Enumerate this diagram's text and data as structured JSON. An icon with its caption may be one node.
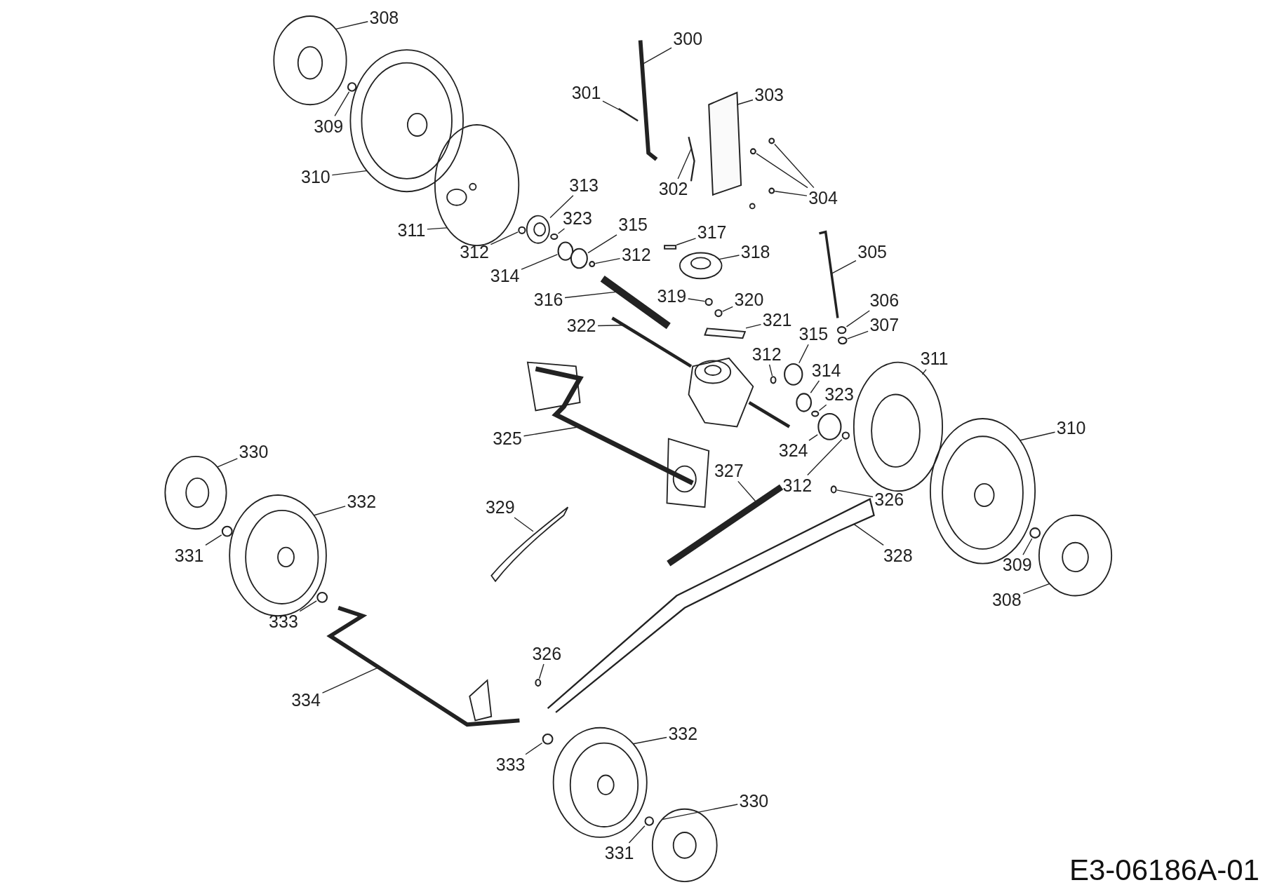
{
  "diagram": {
    "nodes": [
      {
        "text": [
          "308"
        ]
      },
      {
        "text": [
          "309"
        ]
      },
      {
        "text": [
          "310"
        ]
      },
      {
        "text": [
          "311"
        ]
      },
      {
        "text": [
          "312"
        ]
      },
      {
        "text": [
          "313"
        ]
      },
      {
        "text": [
          "323"
        ]
      },
      {
        "text": [
          "314"
        ]
      },
      {
        "text": [
          "315"
        ]
      },
      {
        "text": [
          "312"
        ]
      },
      {
        "text": [
          "316"
        ]
      },
      {
        "text": [
          "317"
        ]
      },
      {
        "text": [
          "318"
        ]
      },
      {
        "text": [
          "319"
        ]
      },
      {
        "text": [
          "320"
        ]
      },
      {
        "text": [
          "321"
        ]
      },
      {
        "text": [
          "305"
        ]
      },
      {
        "text": [
          "306"
        ]
      },
      {
        "text": [
          "307"
        ]
      },
      {
        "text": [
          "300"
        ]
      },
      {
        "text": [
          "301"
        ]
      },
      {
        "text": [
          "303"
        ]
      },
      {
        "text": [
          "302"
        ]
      },
      {
        "text": [
          "304"
        ]
      },
      {
        "text": [
          "312"
        ]
      },
      {
        "text": [
          "315"
        ]
      },
      {
        "text": [
          "314"
        ]
      },
      {
        "text": [
          "323"
        ]
      },
      {
        "text": [
          "311"
        ]
      },
      {
        "text": [
          "322"
        ]
      },
      {
        "text": [
          "324"
        ]
      },
      {
        "text": [
          "312"
        ]
      },
      {
        "text": [
          "310"
        ]
      },
      {
        "text": [
          "326"
        ]
      },
      {
        "text": [
          "325"
        ]
      },
      {
        "text": [
          "330"
        ]
      },
      {
        "text": [
          "332"
        ]
      },
      {
        "text": [
          "331"
        ]
      },
      {
        "text": [
          "329"
        ]
      },
      {
        "text": [
          "327"
        ]
      },
      {
        "text": [
          "309"
        ]
      },
      {
        "text": [
          "308"
        ]
      },
      {
        "text": [
          "333"
        ]
      },
      {
        "text": [
          "328"
        ]
      },
      {
        "text": [
          "326"
        ]
      },
      {
        "text": [
          "334"
        ]
      },
      {
        "text": [
          "332"
        ]
      },
      {
        "text": [
          "333"
        ]
      },
      {
        "text": [
          "330"
        ]
      },
      {
        "text": [
          "331"
        ]
      },
      {
        "text": [],
        "shape": "picture"
      },
      {
        "text": [],
        "shape": "circle"
      },
      {
        "text": [],
        "shape": "picture"
      },
      {
        "text": [],
        "shape": "picture"
      },
      {
        "text": [],
        "shape": "circle"
      },
      {
        "text": [],
        "shape": "picture"
      },
      {
        "text": [],
        "shape": "circle"
      },
      {
        "text": [],
        "shape": "circle"
      },
      {
        "text": [],
        "shape": "circle"
      },
      {
        "text": [],
        "shape": "circle"
      },
      {
        "text": [],
        "shape": "bar"
      },
      {
        "text": [],
        "shape": "box"
      },
      {
        "text": [],
        "shape": "picture"
      },
      {
        "text": [],
        "shape": "circle"
      },
      {
        "text": [],
        "shape": "circle"
      },
      {
        "text": [],
        "shape": "box"
      },
      {
        "text": [],
        "shape": "bar"
      },
      {
        "text": [],
        "shape": "circle"
      },
      {
        "text": [],
        "shape": "circle"
      },
      {
        "text": [],
        "shape": "bar"
      },
      {
        "text": [],
        "shape": "bar"
      },
      {
        "text": [],
        "shape": "box"
      },
      {
        "text": [],
        "shape": "bar"
      },
      {
        "text": [],
        "shape": "circle"
      },
      {
        "text": [],
        "shape": "circle"
      },
      {
        "text": [],
        "shape": "circle"
      },
      {
        "text": [],
        "shape": "circle"
      },
      {
        "text": [],
        "shape": "circle"
      },
      {
        "text": [],
        "shape": "circle"
      },
      {
        "text": [],
        "shape": "circle"
      },
      {
        "text": [],
        "shape": "picture"
      },
      {
        "text": [],
        "shape": "bar"
      },
      {
        "text": [],
        "shape": "circle"
      },
      {
        "text": [],
        "shape": "circle"
      },
      {
        "text": [],
        "shape": "picture"
      },
      {
        "text": [],
        "shape": "circle"
      },
      {
        "text": [],
        "shape": "picture"
      },
      {
        "text": [],
        "shape": "picture"
      },
      {
        "text": [],
        "shape": "picture"
      },
      {
        "text": [],
        "shape": "circle"
      },
      {
        "text": [],
        "shape": "bar"
      },
      {
        "text": [],
        "shape": "bar"
      },
      {
        "text": [],
        "shape": "circle"
      },
      {
        "text": [],
        "shape": "picture"
      },
      {
        "text": [],
        "shape": "circle"
      },
      {
        "text": [],
        "shape": "bar"
      },
      {
        "text": [],
        "shape": "circle"
      },
      {
        "text": [],
        "shape": "picture"
      },
      {
        "text": [],
        "shape": "picture"
      },
      {
        "text": [],
        "shape": "circle"
      },
      {
        "text": [],
        "shape": "picture"
      },
      {
        "text": [],
        "shape": "circle"
      }
    ],
    "edges": [
      {
        "from": 0,
        "to": 50,
        "arrow": "none"
      },
      {
        "from": 1,
        "to": 51,
        "arrow": "none"
      },
      {
        "from": 2,
        "to": 52,
        "arrow": "none"
      },
      {
        "from": 3,
        "to": 53,
        "arrow": "none"
      },
      {
        "from": 4,
        "to": 54,
        "arrow": "none"
      },
      {
        "from": 5,
        "to": 55,
        "arrow": "none"
      },
      {
        "from": 6,
        "to": 56,
        "arrow": "none"
      },
      {
        "from": 7,
        "to": 57,
        "arrow": "none"
      },
      {
        "from": 8,
        "to": 58,
        "arrow": "none"
      },
      {
        "from": 9,
        "to": 59,
        "arrow": "none"
      },
      {
        "from": 10,
        "to": 60,
        "arrow": "none"
      },
      {
        "from": 11,
        "to": 61,
        "arrow": "none"
      },
      {
        "from": 12,
        "to": 62,
        "arrow": "none"
      },
      {
        "from": 13,
        "to": 63,
        "arrow": "none"
      },
      {
        "from": 14,
        "to": 64,
        "arrow": "none"
      },
      {
        "from": 15,
        "to": 65,
        "arrow": "none"
      },
      {
        "from": 16,
        "to": 66,
        "arrow": "none"
      },
      {
        "from": 17,
        "to": 67,
        "arrow": "none"
      },
      {
        "from": 18,
        "to": 68,
        "arrow": "none"
      },
      {
        "from": 19,
        "to": 69,
        "arrow": "none"
      },
      {
        "from": 20,
        "to": 70,
        "arrow": "none"
      },
      {
        "from": 21,
        "to": 71,
        "arrow": "none"
      },
      {
        "from": 22,
        "to": 72,
        "arrow": "none"
      },
      {
        "from": 23,
        "to": 73,
        "arrow": "none"
      },
      {
        "from": 23,
        "to": 74,
        "arrow": "none"
      },
      {
        "from": 23,
        "to": 75,
        "arrow": "none"
      },
      {
        "from": 24,
        "to": 76,
        "arrow": "none"
      },
      {
        "from": 25,
        "to": 77,
        "arrow": "none"
      },
      {
        "from": 26,
        "to": 78,
        "arrow": "none"
      },
      {
        "from": 27,
        "to": 79,
        "arrow": "none"
      },
      {
        "from": 28,
        "to": 80,
        "arrow": "none"
      },
      {
        "from": 29,
        "to": 81,
        "arrow": "none"
      },
      {
        "from": 30,
        "to": 82,
        "arrow": "none"
      },
      {
        "from": 31,
        "to": 83,
        "arrow": "none"
      },
      {
        "from": 32,
        "to": 84,
        "arrow": "none"
      },
      {
        "from": 33,
        "to": 85,
        "arrow": "none"
      },
      {
        "from": 34,
        "to": 86,
        "arrow": "none"
      },
      {
        "from": 35,
        "to": 87,
        "arrow": "none"
      },
      {
        "from": 36,
        "to": 88,
        "arrow": "none"
      },
      {
        "from": 37,
        "to": 89,
        "arrow": "none"
      },
      {
        "from": 38,
        "to": 90,
        "arrow": "none"
      },
      {
        "from": 39,
        "to": 91,
        "arrow": "none"
      },
      {
        "from": 40,
        "to": 92,
        "arrow": "none"
      },
      {
        "from": 41,
        "to": 93,
        "arrow": "none"
      },
      {
        "from": 42,
        "to": 94,
        "arrow": "none"
      },
      {
        "from": 43,
        "to": 95,
        "arrow": "none"
      },
      {
        "from": 44,
        "to": 96,
        "arrow": "none"
      },
      {
        "from": 45,
        "to": 97,
        "arrow": "none"
      },
      {
        "from": 46,
        "to": 98,
        "arrow": "none"
      },
      {
        "from": 47,
        "to": 99,
        "arrow": "none"
      },
      {
        "from": 48,
        "to": 100,
        "arrow": "none"
      },
      {
        "from": 49,
        "to": 101,
        "arrow": "none"
      }
    ],
    "labels": [
      "E3-06186A-01"
    ]
  }
}
